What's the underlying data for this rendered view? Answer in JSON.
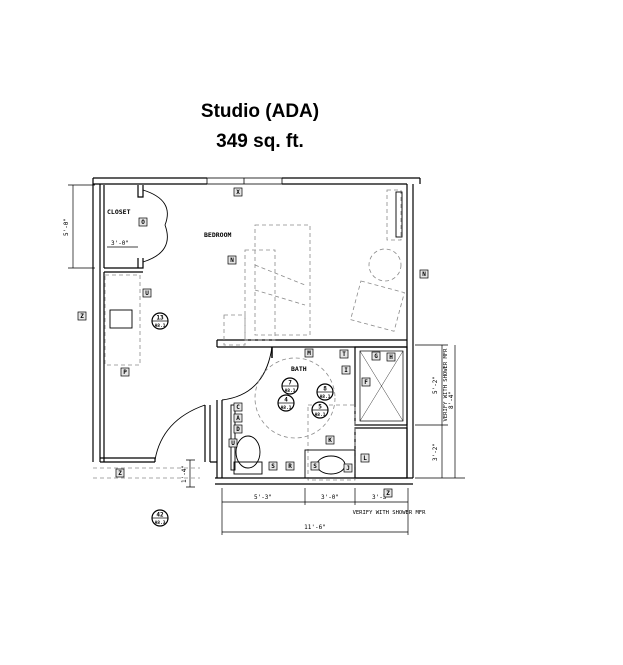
{
  "header": {
    "title": "Studio (ADA)",
    "area": "349 sq. ft."
  },
  "rooms": {
    "closet": "CLOSET",
    "bedroom": "BEDROOM",
    "bath": "BATH"
  },
  "dimensions": {
    "closet_depth": "5'-0\"",
    "closet_width": "3'-0\"",
    "step": "1'-4\"",
    "bath_a": "5'-3\"",
    "bath_b": "3'-0\"",
    "bath_c": "3'-3\"",
    "bath_total": "11'-6\"",
    "shower_len": "5'-2\"",
    "storage_len": "3'-2\"",
    "right_total": "8'-4\"",
    "verify_note": "VERIFY WITH SHOWER MFR"
  },
  "tags": [
    "X",
    "O",
    "N",
    "U",
    "Z",
    "P",
    "M",
    "T",
    "I",
    "G",
    "H",
    "F",
    "C",
    "A",
    "D",
    "U",
    "S",
    "R",
    "S",
    "J",
    "K",
    "L",
    "Z",
    "Z",
    "N"
  ],
  "callouts": [
    {
      "num": "13",
      "sheet": "A8.1"
    },
    {
      "num": "7",
      "sheet": "A8.1"
    },
    {
      "num": "4",
      "sheet": "A8.1"
    },
    {
      "num": "8",
      "sheet": "A8.1"
    },
    {
      "num": "5",
      "sheet": "A8.1"
    },
    {
      "num": "42",
      "sheet": "A8.3"
    }
  ],
  "colors": {
    "line": "#000000",
    "dashed": "#8a8a8a",
    "background": "#ffffff"
  }
}
